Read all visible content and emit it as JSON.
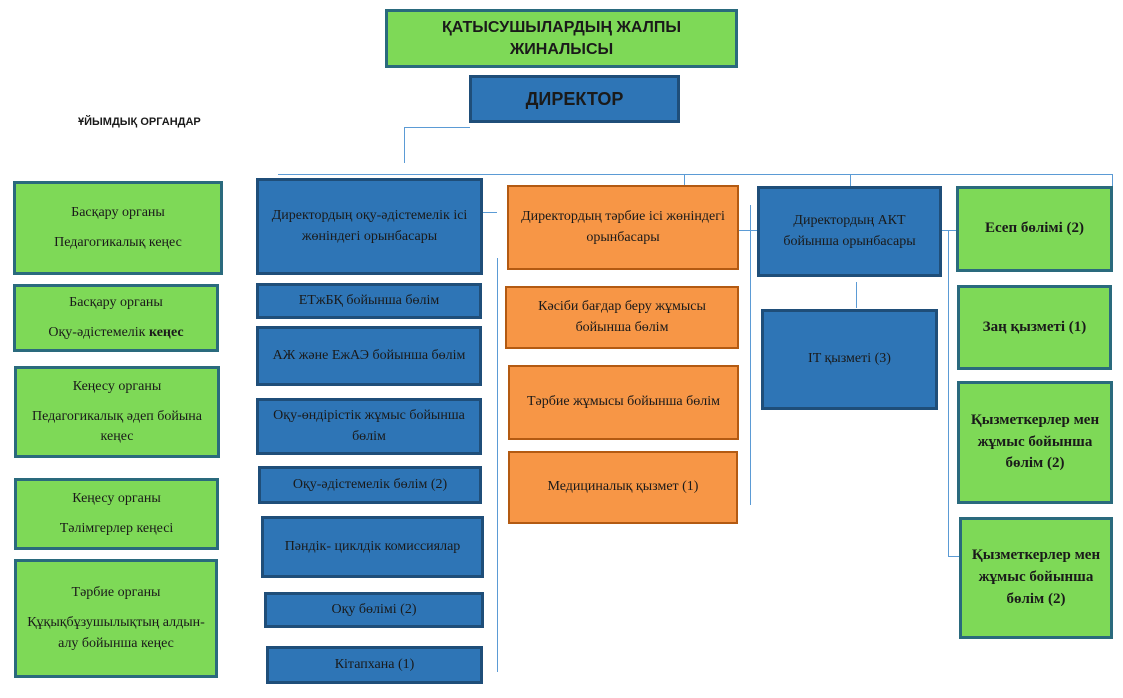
{
  "top": {
    "line1": "ҚАТЫСУШЫЛАРДЫҢ ЖАЛПЫ",
    "line2": "ЖИНАЛЫСЫ"
  },
  "director": "ДИРЕКТОР",
  "org_heading": "ҰЙЫМДЫҚ ОРГАНДАР",
  "left": [
    {
      "l1": "Басқару органы",
      "l2": "Педагогикалық кеңес"
    },
    {
      "l1": "Басқару органы",
      "l2a": "Оқу-әдістемелік ",
      "l2b": "кеңес"
    },
    {
      "l1": "Кеңесу органы",
      "l2": "Педагогикалық әдеп бойына  кеңес"
    },
    {
      "l1": "Кеңесу органы",
      "l2": "Тәлімгерлер  кеңесі"
    },
    {
      "l1": "Тәрбие органы",
      "l2": "Құқықбұзушылықтың алдын-алу  бойынша кеңес"
    }
  ],
  "col2": {
    "head": "Директордың оқу-әдістемелік ісі жөніндегі орынбасары",
    "items": [
      "ЕТжБҚ бойынша бөлім",
      "АЖ және ЕжАЭ бойынша бөлім",
      "Оқу-өндірістік жұмыс бойынша бөлім",
      "Оқу-әдістемелік бөлім (2)",
      "Пәндік- циклдік комиссиялар",
      "Оқу бөлімі (2)",
      "Кітапхана (1)"
    ]
  },
  "col3": {
    "head": "Директордың тәрбие ісі жөніндегі орынбасары",
    "items": [
      "Кәсіби бағдар беру жұмысы бойынша бөлім",
      "Тәрбие жұмысы бойынша бөлім",
      "Медициналық қызмет  (1)"
    ]
  },
  "col4": {
    "head": "Директордың АКТ бойынша орынбасары",
    "items": [
      "IT қызметі (3)"
    ]
  },
  "col5": {
    "items": [
      "Есеп бөлімі  (2)",
      "Заң қызметі (1)",
      "Қызметкерлер мен жұмыс бойынша бөлім (2)",
      "Қызметкерлер мен жұмыс бойынша бөлім   (2)"
    ]
  },
  "colors": {
    "green": "#7ed957",
    "blue": "#2e75b6",
    "orange": "#f79646",
    "connector": "#5b9bd5"
  }
}
